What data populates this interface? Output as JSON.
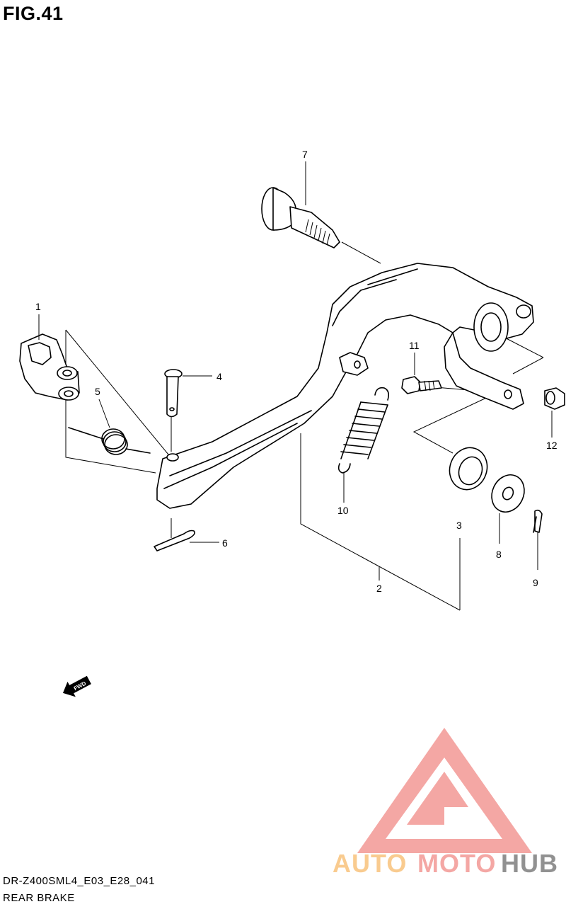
{
  "figure": {
    "title": "FIG.41",
    "model_code": "DR-Z400SML4_E03_E28_041",
    "section_name": "REAR BRAKE"
  },
  "parts": [
    {
      "id": "part-1",
      "number": "1"
    },
    {
      "id": "part-2",
      "number": "2"
    },
    {
      "id": "part-3",
      "number": "3"
    },
    {
      "id": "part-4",
      "number": "4"
    },
    {
      "id": "part-5",
      "number": "5"
    },
    {
      "id": "part-6",
      "number": "6"
    },
    {
      "id": "part-7",
      "number": "7"
    },
    {
      "id": "part-8",
      "number": "8"
    },
    {
      "id": "part-9",
      "number": "9"
    },
    {
      "id": "part-10",
      "number": "10"
    },
    {
      "id": "part-11",
      "number": "11"
    },
    {
      "id": "part-12",
      "number": "12"
    }
  ],
  "direction_marker": {
    "label": "FWD",
    "icon": "forward-arrow-icon"
  },
  "watermark": {
    "brand_parts": [
      "AUTO",
      "MOTO",
      "HUB"
    ],
    "colors": {
      "logo": "#f4a3a0",
      "auto": "#f9c98a",
      "moto": "#f4a3a0",
      "hub": "#8c8c8c"
    }
  }
}
